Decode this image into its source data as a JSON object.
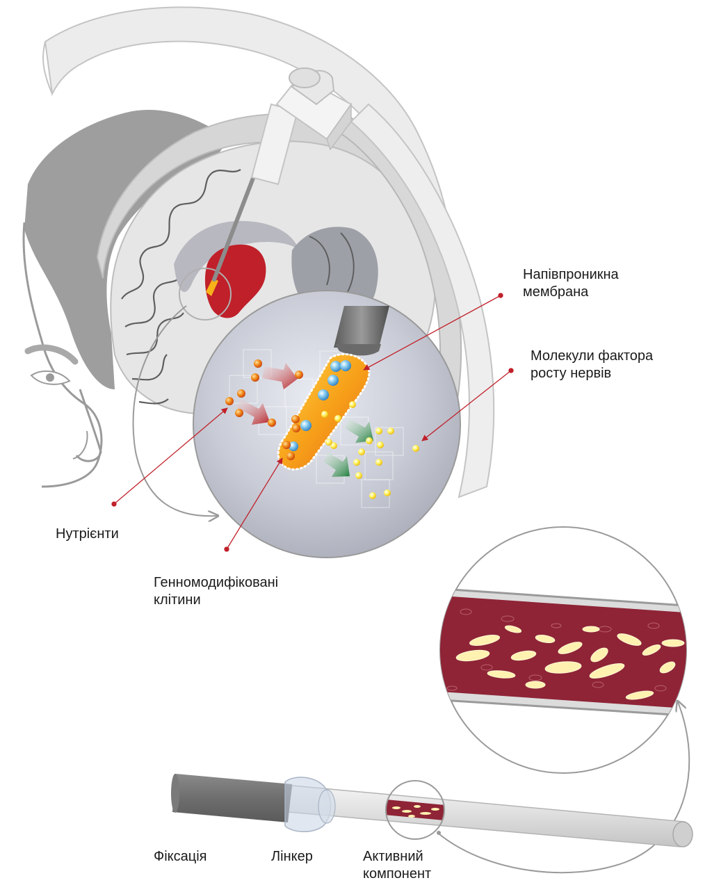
{
  "labels": {
    "membrane": [
      "Напівпроникна",
      "мембрана"
    ],
    "ngf": [
      "Молекули фактора",
      "росту нервів"
    ],
    "nutrients": "Нутрієнти",
    "cells": [
      "Генномодифіковані",
      "клітини"
    ],
    "fixation": "Фіксація",
    "linker": "Лінкер",
    "active": [
      "Активний",
      "компонент"
    ]
  },
  "colors": {
    "leader_line": "#c0202a",
    "brain_red": "#c0202a",
    "vessel_red": "#8e2436",
    "cell_core": "#f3a21a",
    "ngf_yellow": "#ffe94a",
    "nutrient_orange": "#f07a1a",
    "arrow_red": "#b51f24",
    "arrow_green": "#1e7d3a",
    "gray_tissue": "#c8c8c8"
  }
}
